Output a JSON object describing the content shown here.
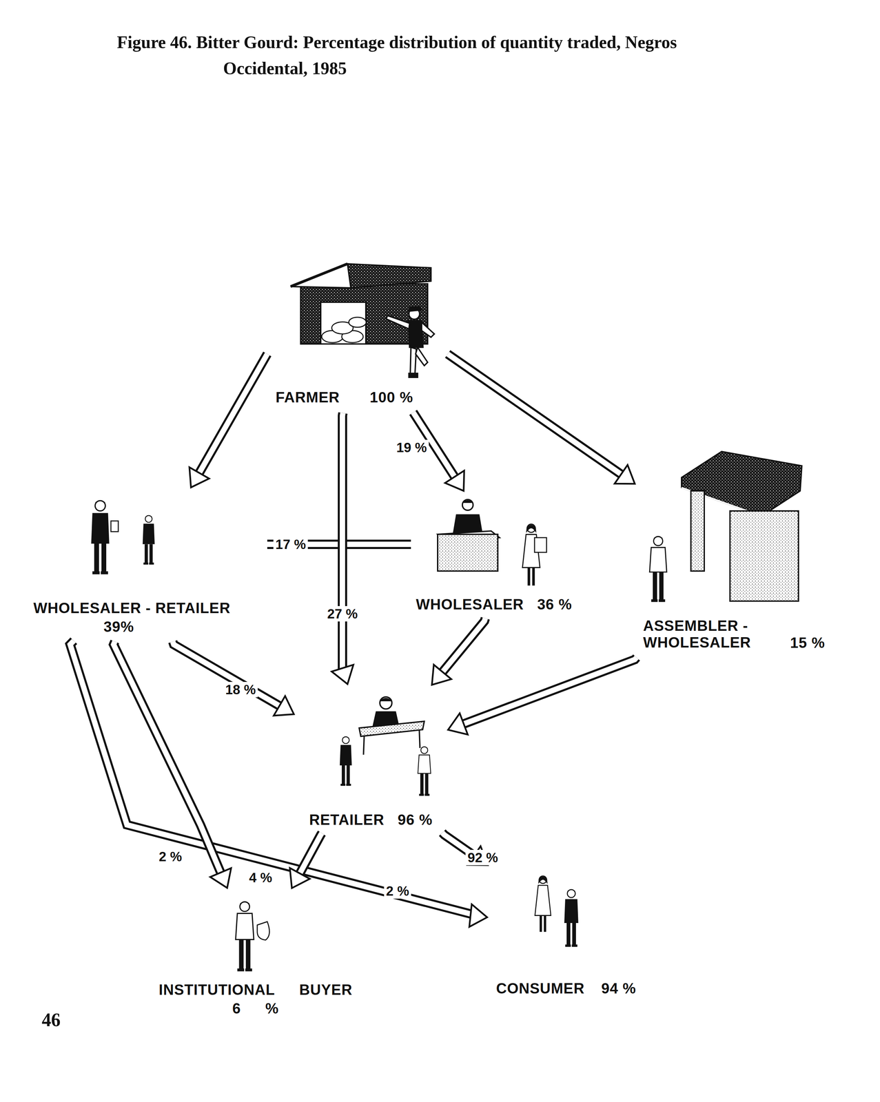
{
  "diagram": {
    "title": "Figure 46. Bitter Gourd: Percentage distribution of quantity traded, Negros Occidental, 1985",
    "nodes": [
      {
        "text": [
          "FARMER",
          "100 %"
        ]
      },
      {
        "text": [
          "WHOLESALER - RETAILER",
          "39%"
        ]
      },
      {
        "text": [
          "WHOLESALER",
          "36 %"
        ]
      },
      {
        "text": [
          "ASSEMBLER - WHOLESALER",
          "15 %"
        ]
      },
      {
        "text": [
          "RETAILER",
          "96 %"
        ]
      },
      {
        "text": [
          "INSTITUTIONAL BUYER",
          "6 %"
        ]
      },
      {
        "text": [
          "CONSUMER",
          "94 %"
        ]
      }
    ],
    "edges": [
      {
        "from": 0,
        "to": 1,
        "arrow": "to"
      },
      {
        "from": 0,
        "to": 2,
        "label": "19 %",
        "arrow": "to"
      },
      {
        "from": 0,
        "to": 3,
        "arrow": "to"
      },
      {
        "from": 1,
        "to": 2,
        "label": "17 %",
        "arrow": "to"
      },
      {
        "from": 0,
        "to": 4,
        "label": "27 %",
        "arrow": "to"
      },
      {
        "from": 1,
        "to": 4,
        "label": "18 %",
        "arrow": "to"
      },
      {
        "from": 2,
        "to": 4,
        "arrow": "to"
      },
      {
        "from": 3,
        "to": 4,
        "arrow": "to"
      },
      {
        "from": 1,
        "to": 6,
        "label": "2 %",
        "arrow": "to"
      },
      {
        "from": 1,
        "to": 5,
        "label": "2 %",
        "arrow": "to"
      },
      {
        "from": 4,
        "to": 5,
        "label": "4 %",
        "arrow": "to"
      },
      {
        "from": 4,
        "to": 6,
        "label": "92 %",
        "arrow": "to"
      }
    ],
    "labels": [
      "46"
    ]
  }
}
